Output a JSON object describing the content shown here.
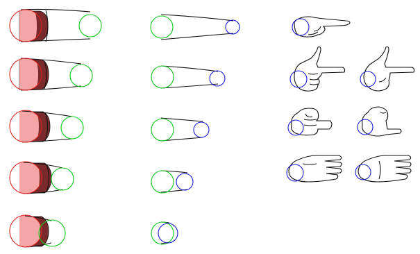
{
  "colors": {
    "outline": "#111111",
    "red_circle": "#e0201f",
    "red_fill": "#f4a6a6",
    "shadow_fill": "#7a2a2a",
    "green_circle": "#10c81c",
    "blue_circle": "#1a1ad8"
  },
  "column_1": {
    "name": "foreshortened-tubes-with-red-circle",
    "rows": [
      {
        "step": 1,
        "fraction": 1.0
      },
      {
        "step": 2,
        "fraction": 0.8
      },
      {
        "step": 3,
        "fraction": 0.6
      },
      {
        "step": 4,
        "fraction": 0.4
      },
      {
        "step": 5,
        "fraction": 0.2
      }
    ]
  },
  "column_2": {
    "name": "tapered-tubes-green-to-blue",
    "rows": [
      {
        "step": 1,
        "fraction": 1.0
      },
      {
        "step": 2,
        "fraction": 0.8
      },
      {
        "step": 3,
        "fraction": 0.6
      },
      {
        "step": 4,
        "fraction": 0.4
      },
      {
        "step": 5,
        "fraction": 0.2
      }
    ]
  },
  "hands": [
    {
      "name": "pointing-hand-side-view",
      "icon": "hand-pointing-icon"
    },
    {
      "name": "pointing-hand-gun-left",
      "icon": "hand-gun-icon"
    },
    {
      "name": "pointing-hand-gun-right",
      "icon": "hand-gun-icon"
    },
    {
      "name": "fist-hand-left",
      "icon": "fist-icon"
    },
    {
      "name": "fist-hand-right",
      "icon": "fist-icon"
    },
    {
      "name": "flat-hand-left",
      "icon": "open-hand-icon"
    },
    {
      "name": "flat-hand-right",
      "icon": "open-hand-icon"
    }
  ]
}
